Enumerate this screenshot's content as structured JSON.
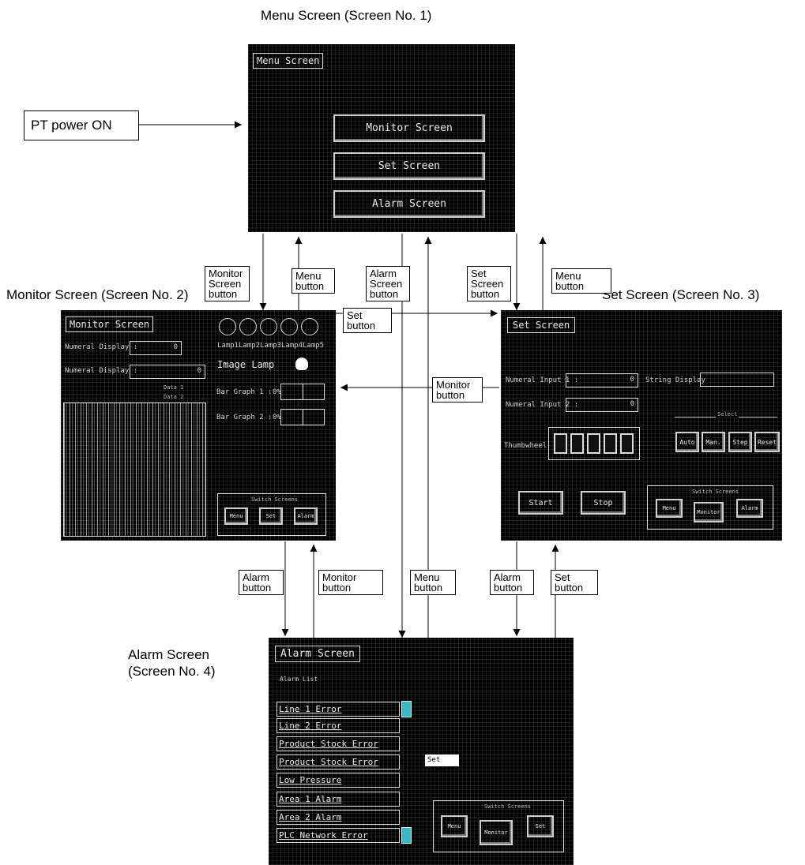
{
  "titles": {
    "menu": "Menu Screen (Screen No. 1)",
    "monitor": "Monitor Screen (Screen No. 2)",
    "set": "Set Screen (Screen No. 3)",
    "alarm_line1": "Alarm Screen",
    "alarm_line2": "(Screen No. 4)"
  },
  "power_label": "PT power ON",
  "labels": {
    "monitor_screen_button": [
      "Monitor",
      "Screen",
      "button"
    ],
    "menu_button_left": [
      "Menu",
      "button"
    ],
    "alarm_screen_button": [
      "Alarm",
      "Screen",
      "button"
    ],
    "set_screen_button": [
      "Set",
      "Screen",
      "button"
    ],
    "menu_button_right": [
      "Menu",
      "button"
    ],
    "set_button_top": [
      "Set",
      "button"
    ],
    "monitor_button_mid": [
      "Monitor",
      "button"
    ],
    "alarm_button_left": [
      "Alarm",
      "button"
    ],
    "monitor_button_low": [
      "Monitor",
      "button"
    ],
    "menu_button_low": [
      "Menu",
      "button"
    ],
    "alarm_button_right": [
      "Alarm",
      "button"
    ],
    "set_button_low": [
      "Set",
      "button"
    ]
  },
  "menu_screen": {
    "title": "Menu Screen",
    "buttons": [
      "Monitor Screen",
      "Set Screen",
      "Alarm Screen"
    ]
  },
  "monitor_screen": {
    "title": "Monitor Screen",
    "numeral_display_1": "Numeral Display :",
    "numeral_display_2": "Numeral Display :",
    "value_1": "0",
    "value_2": "0",
    "lamps": [
      "Lamp1",
      "Lamp2",
      "Lamp3",
      "Lamp4",
      "Lamp5"
    ],
    "image_lamp": "Image Lamp",
    "legend_1": "Data 1",
    "legend_2": "Data 2",
    "bar_graph_1": "Bar Graph 1 :",
    "bar_graph_2": "Bar Graph 2 :",
    "bar_val_1": "0%",
    "bar_val_2": "0%",
    "switch_screens": "Switch Screens",
    "switch_buttons": [
      "Menu",
      "Set",
      "Alarm"
    ]
  },
  "set_screen": {
    "title": "Set Screen",
    "numeral_input_1": "Numeral Input 1 :",
    "numeral_input_2": "Numeral Input 2 :",
    "value_1": "0",
    "value_2": "0",
    "string_display": "String Display",
    "thumbwheel": "Thumbwheel",
    "select": "Select",
    "mode_buttons": [
      "Auto",
      "Man.",
      "Step",
      "Reset"
    ],
    "start": "Start",
    "stop": "Stop",
    "switch_screens": "Switch Screens",
    "switch_buttons": [
      "Menu",
      "Monitor",
      "Alarm"
    ]
  },
  "alarm_screen": {
    "title": "Alarm Screen",
    "list_label": "Alarm List",
    "alarms": [
      "Line 1 Error",
      "Line 2 Error",
      "Product Stock Error",
      "Product Stock Error",
      "Low Pressure",
      "Area 1 Alarm",
      "Area 2 Alarm",
      "PLC Network Error"
    ],
    "set_time": "Set Time",
    "switch_screens": "Switch Screens",
    "switch_buttons": [
      "Menu",
      "Monitor",
      "Set"
    ]
  }
}
